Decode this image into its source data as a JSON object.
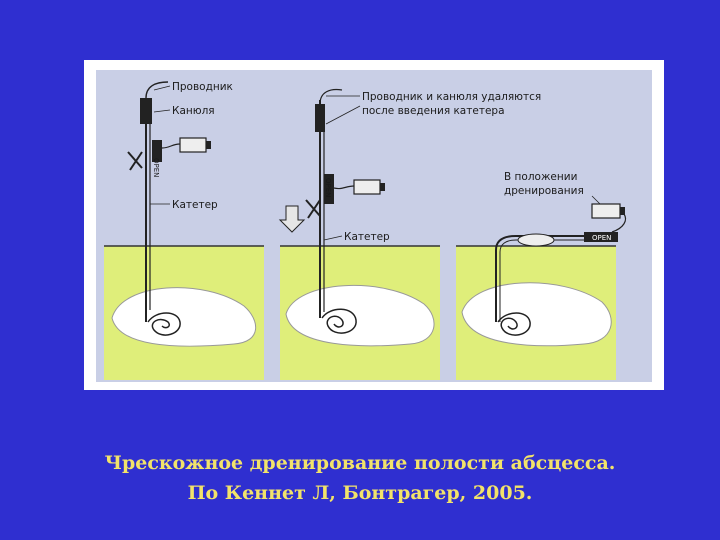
{
  "figure": {
    "panel1": {
      "label_guidewire": "Проводник",
      "label_cannula": "Канюля",
      "label_catheter": "Катетер"
    },
    "panel2": {
      "label_removed_line1": "Проводник и канюля удаляются",
      "label_removed_line2": "после введения катетера",
      "label_catheter": "Катетер"
    },
    "panel3": {
      "label_position_line1": "В положении",
      "label_position_line2": "дренирования"
    },
    "device_marking": "OPEN"
  },
  "caption": {
    "line1": "Чрескожное дренирование полости абсцесса.",
    "line2": "По Кеннет Л, Бонтрагер, 2005."
  },
  "colors": {
    "slide_background": "#2f2fd0",
    "caption_text": "#f2e36a",
    "sky": "#c9cfe6",
    "tissue": "#dfee7a",
    "abscess": "#ffffff"
  }
}
